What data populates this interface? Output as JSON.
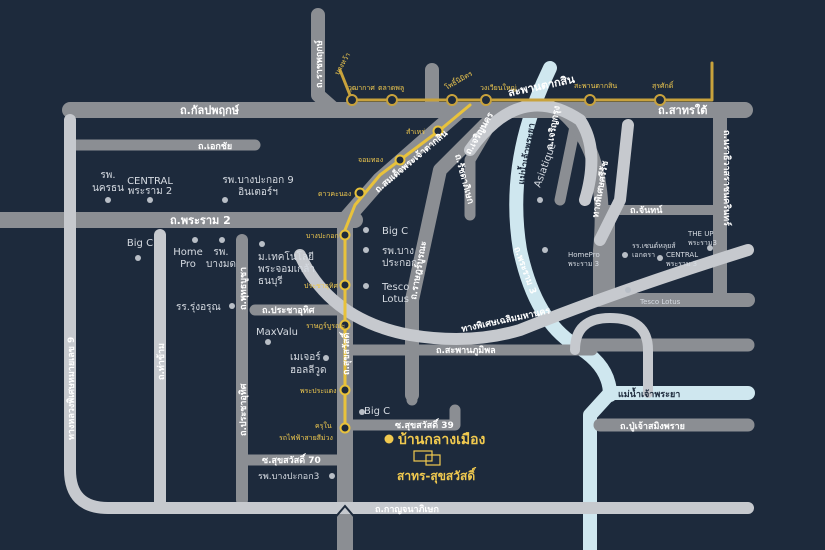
{
  "roads": {
    "kanlapaphruek": "ถ.กัลปพฤกษ์",
    "sathorn_tai": "ถ.สาทรใต้",
    "ekkachai": "ถ.เอกชัย",
    "rama2": "ถ.พระราม 2",
    "ratchaphruek": "ถ.ราชพฤกษ์",
    "taksin_bridge": "สะพานตากสิน",
    "somdet_phrachao_taksin": "ถ.สมเด็จพระเจ้าตากสิน",
    "charoen_nakhon": "ถ.เจริญนคร",
    "ratchadaphisek": "ถ.รัชดาภิเษก",
    "charoen_krung": "ถ.เจริญกรุง",
    "rama3": "ถ.พระราม 3",
    "narathiwat": "ถ.นราธิวาสราชนครินทร์",
    "chan": "ถ.จันทน์",
    "expressway": "ทางพิเศษศรีรัช",
    "chaloem_maha_nakhon": "ทางพิเศษเฉลิมมหานคร",
    "ratburana": "ถ.ราษฎร์บูรณะ",
    "suksawat": "ถ.สุขสวัสดิ์",
    "phutthabucha": "ถ.พุทธบูชา",
    "pracha_uthit": "ถ.ประชาอุทิศ",
    "pracha_uthit_v": "ถ.ประชาอุทิศ",
    "tha_kham": "ถ.ท่าข้าม",
    "highway9": "ทางหลวงพิเศษหมายเลข 9",
    "saphan_bhumibol": "ถ.สะพานภูมิพล",
    "chaophraya_river": "แม่น้ำเจ้าพระยา",
    "chaophraya_river_v": "แม่น้ำเจ้าพระยา",
    "puchao": "ถ.ปู่เจ้าสมิงพราย",
    "kanchanaphisek": "ถ.กาญจนาภิเษก",
    "suksawat39": "ซ.สุขสวัสดิ์ 39",
    "suksawat70": "ซ.สุขสวัสดิ์ 70"
  },
  "bts_stations": {
    "bang_wa": "บางหว้า",
    "wutthakat": "วุฒากาศ",
    "talat_phlu": "ตลาดพลู",
    "pho_nimit": "โพธิ์นิมิตร",
    "wongwian_yai": "วงเวียนใหญ่",
    "saphan_taksin": "สะพานตากสิน",
    "surasak": "สุรศักดิ์"
  },
  "purple_stations": {
    "samre": "สำเหร่",
    "chom_thong": "จอมทอง",
    "dao_khanong": "ดาวคะนอง",
    "bang_pakok": "บางปะกอก",
    "pracha_uthit": "ประชาอุทิศ",
    "rat_burana": "ราษฎร์บูรณะ",
    "phra_pradaeng": "พระประแดง",
    "kru_nai": "ครุใน",
    "depot": "รถไฟฟ้าสายสีม่วง"
  },
  "places": {
    "nakhon_thon": [
      "รพ.",
      "นครธน"
    ],
    "central_rama2": [
      "CENTRAL",
      "พระราม 2"
    ],
    "bangpakok9": [
      "รพ.บางปะกอก 9",
      "อินเตอร์ฯ"
    ],
    "bigc_left": "Big C",
    "homepro_left": [
      "Home",
      "Pro"
    ],
    "bangmod": [
      "รพ.",
      "บางมด"
    ],
    "kmutt": [
      "ม.เทคโนโลยี",
      "พระจอมเกล้า",
      "ธนบุรี"
    ],
    "rungarun": "รร.รุ่งอรุณ",
    "maxvalu": "MaxValu",
    "mega": [
      "เมเจอร์",
      "ฮอลลีวูด"
    ],
    "bigc_center": "Big C",
    "bang_pakok_hosp": [
      "รพ.บาง",
      "ประกอก"
    ],
    "tesco_center": [
      "Tesco",
      "Lotus"
    ],
    "bigc_bottom": "Big C",
    "bang_pakok3": "รพ.บางปะกอก3",
    "asiatique": "Asiatique",
    "homepro_rama3": [
      "HomePro",
      "พระราม 3"
    ],
    "saint_louis": [
      "รร.เซนต์หลุยส์",
      "เอกตรา"
    ],
    "central_rama3": [
      "CENTRAL",
      "พระราม 3"
    ],
    "the_up_rama3": [
      "THE UP",
      "พระราม3"
    ],
    "tesco_rama3": "Tesco Lotus"
  },
  "project": {
    "name": "บ้านกลางเมือง",
    "logo": "CB",
    "subtitle": "สาทร-สุขสวัสดิ์"
  },
  "colors": {
    "background": "#1d2a3c",
    "road_gray": "#8b8e93",
    "road_light": "#c6c9ce",
    "bts_line": "#c8a23c",
    "purple_line": "#e8c23b",
    "river": "#cfe7ef",
    "accent": "#f0c94f"
  }
}
